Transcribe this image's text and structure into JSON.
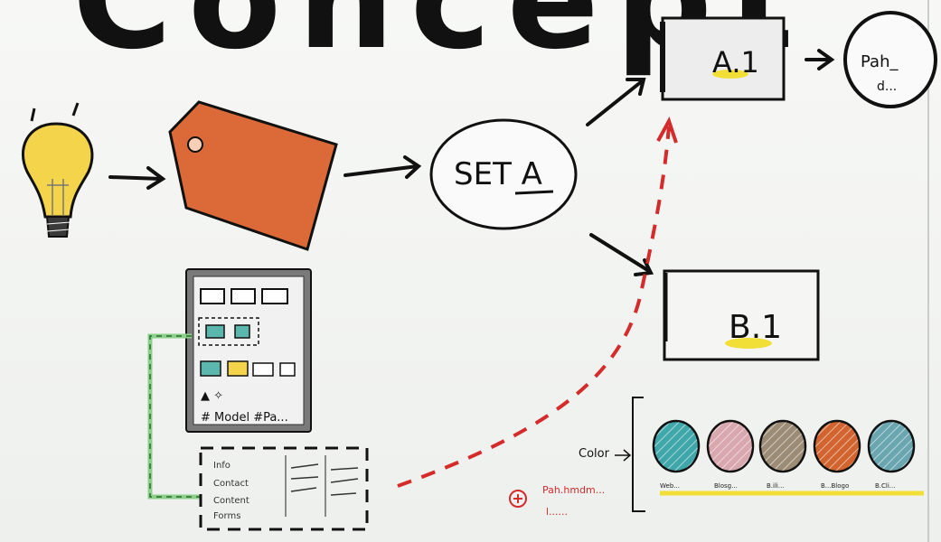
{
  "title": "Concept",
  "set_label": "SET A",
  "box_a_label": "A.1",
  "box_b_label": "B.1",
  "circle_label_line1": "Pah_",
  "circle_label_line2": "d...",
  "wireframe_caption": "# Model #Pa...",
  "list_items": [
    "Info",
    "Contact",
    "Content",
    "Forms"
  ],
  "red_note_line1": "Pah.hmdm...",
  "red_note_line2": "l......",
  "colors_label": "Color",
  "swatches": [
    {
      "color": "#3fa7aa",
      "caption": "Web..."
    },
    {
      "color": "#d9a7ae",
      "caption": "Blosg..."
    },
    {
      "color": "#9c8c76",
      "caption": "B.ili..."
    },
    {
      "color": "#d2642f",
      "caption": "B...Blogo"
    },
    {
      "color": "#6aa6b0",
      "caption": "B.Cli..."
    }
  ],
  "accent_colors": {
    "tag_orange": "#dc6a38",
    "bulb_yellow": "#f3d44a",
    "teal": "#5bb6ad",
    "green_connector": "#8ccf8b",
    "red_dash": "#d42b2b",
    "highlight_yellow": "#f1df37"
  }
}
